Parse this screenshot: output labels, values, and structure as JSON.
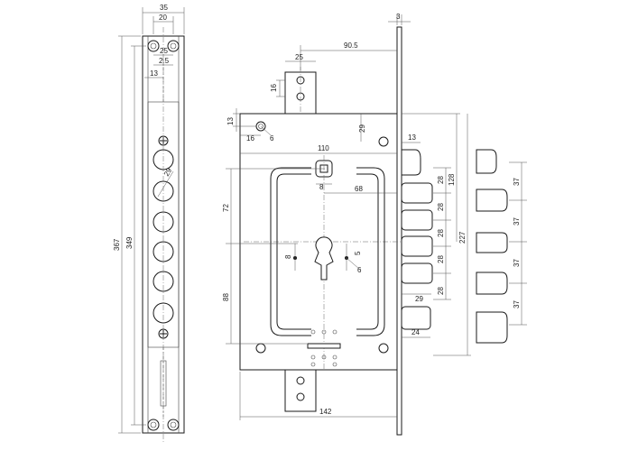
{
  "dims": {
    "front_width": "35",
    "front_inner": "20",
    "front_hole_offset": "25",
    "front_slot_w": "2.5",
    "front_bolt_offset": "13",
    "front_total": "367",
    "front_hole_span": "349",
    "cyl_dia": "29",
    "plate_thk": "3",
    "backset_top": "90.5",
    "tab_w": "25",
    "tab_h": "16",
    "case_hole_y": "13",
    "case_hole_x": "16",
    "hole_dia": "6",
    "case_corner": "29",
    "spindle_x": "110",
    "spindle_sq": "8",
    "spindle_to_ky": "68",
    "upper_v": "72",
    "lower_v": "88",
    "key_small": "8",
    "key_off": "5",
    "key_dia": "6",
    "bolt_proj": "13",
    "bolt_pitch_1": "28",
    "bolt_pitch_2": "28",
    "bolt_pitch_3": "28",
    "bolt_pitch_4": "28",
    "bolt_diam": "29",
    "bolt_span_a": "128",
    "bolt_span_b": "227",
    "deadbolt_len": "24",
    "case_width": "142",
    "side_1": "37",
    "side_2": "37",
    "side_3": "37",
    "side_4": "37"
  }
}
